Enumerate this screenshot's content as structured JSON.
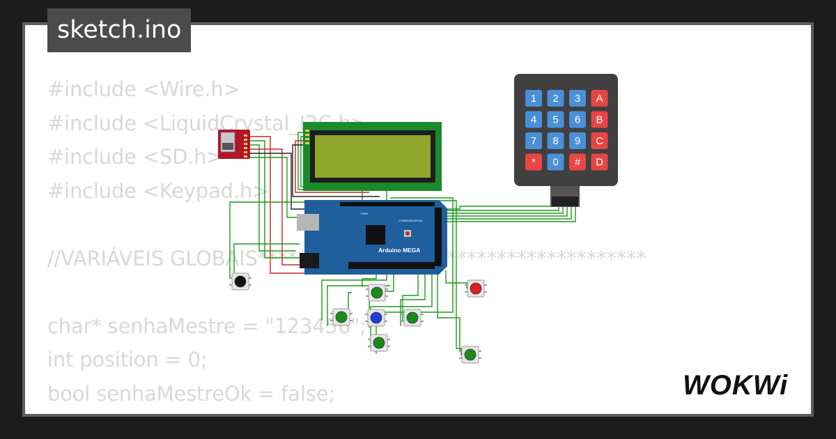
{
  "editor": {
    "file_tab": "sketch.ino",
    "code_lines": [
      "#include <Wire.h>",
      "#include <LiquidCrystal_I2C.h>",
      "#include <SD.h>",
      "#include <Keypad.h>",
      "",
      "//VARIÁVEIS GLOBAIS***************************************",
      "",
      "char* senhaMestre = \"123456\";",
      "int position = 0;",
      "bool senhaMestreOk = false;"
    ]
  },
  "keypad": {
    "keys": [
      "1",
      "2",
      "3",
      "A",
      "4",
      "5",
      "6",
      "B",
      "7",
      "8",
      "9",
      "C",
      "*",
      "0",
      "#",
      "D"
    ]
  },
  "board": {
    "name": "Arduino MEGA",
    "label_pwm": "PWM",
    "label_comm": "COMMUNICATION"
  },
  "buttons": [
    {
      "color": "black"
    },
    {
      "color": "green"
    },
    {
      "color": "red"
    },
    {
      "color": "green"
    },
    {
      "color": "blue"
    },
    {
      "color": "green"
    },
    {
      "color": "green"
    },
    {
      "color": "green"
    }
  ],
  "brand": {
    "logo_text": "WOKWi"
  },
  "colors": {
    "keypad_num": "#4a90d9",
    "keypad_letter": "#e84545",
    "board_blue": "#1f5f9e",
    "lcd_green": "#1b8a2a",
    "lcd_screen": "#8fa62a",
    "wire_green": "#1a9a1a",
    "wire_red": "#d62020"
  }
}
